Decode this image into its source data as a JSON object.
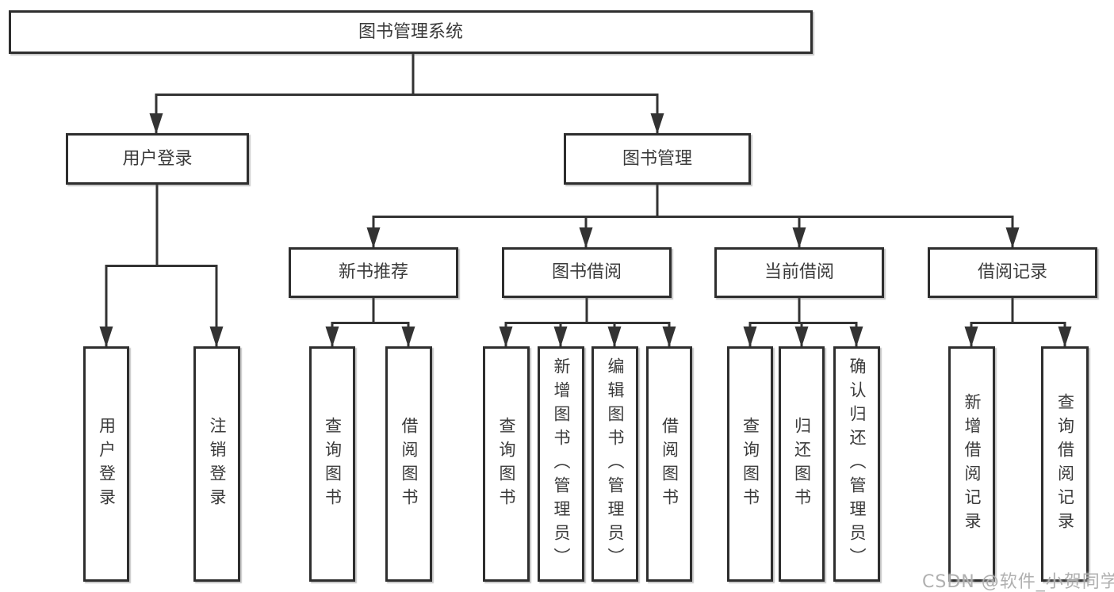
{
  "title": "图书管理系统",
  "watermark": "CSDN @软件_小贺同学",
  "colors": {
    "line": "#333333",
    "box_border": "#2e2e2e",
    "text": "#3b3b3b",
    "background": "#ffffff",
    "watermark": "#acacac"
  },
  "nodes": {
    "root": "图书管理系统",
    "level2": [
      "用户登录",
      "图书管理"
    ],
    "level3": [
      "新书推荐",
      "图书借阅",
      "当前借阅",
      "借阅记录"
    ],
    "leaves": [
      "用户登录",
      "注销登录",
      "查询图书",
      "借阅图书",
      "查询图书",
      "新增图书（管理员）",
      "编辑图书（管理员）",
      "借阅图书",
      "查询图书",
      "归还图书",
      "确认归还（管理员）",
      "新增借阅记录",
      "查询借阅记录"
    ]
  },
  "hierarchy": {
    "图书管理系统": [
      "用户登录",
      "图书管理"
    ],
    "用户登录": [
      "用户登录",
      "注销登录"
    ],
    "图书管理": [
      "新书推荐",
      "图书借阅",
      "当前借阅",
      "借阅记录"
    ],
    "新书推荐": [
      "查询图书",
      "借阅图书"
    ],
    "图书借阅": [
      "查询图书",
      "新增图书（管理员）",
      "编辑图书（管理员）",
      "借阅图书"
    ],
    "当前借阅": [
      "查询图书",
      "归还图书",
      "确认归还（管理员）"
    ],
    "借阅记录": [
      "新增借阅记录",
      "查询借阅记录"
    ]
  }
}
